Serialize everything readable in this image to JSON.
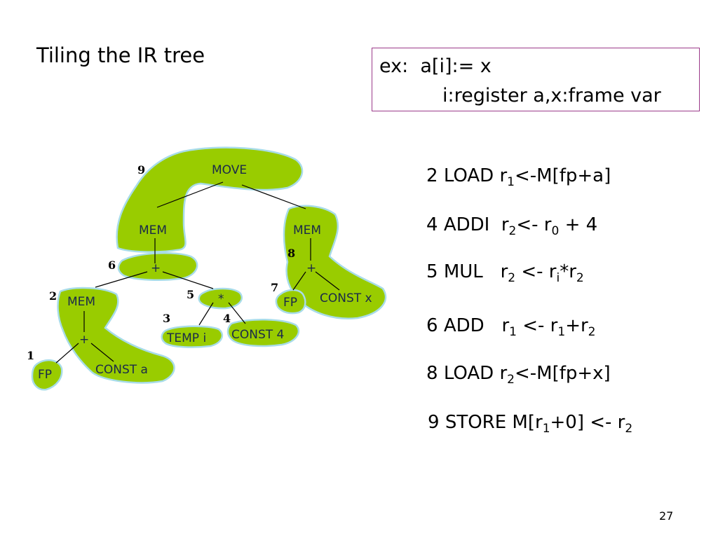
{
  "slide": {
    "title": "Tiling the IR tree",
    "example": {
      "line1": "ex:  a[i]:= x",
      "line2": "i:register a,x:frame var"
    },
    "page_number": "27"
  },
  "tree": {
    "nodes": {
      "move": "MOVE",
      "mem_left": "MEM",
      "mem_right": "MEM",
      "plus_mid": "+",
      "mem_inner": "MEM",
      "mul": "*",
      "plus_right": "+",
      "plus_inner": "+",
      "fp_right": "FP",
      "const_x": "CONST x",
      "temp_i": "TEMP i",
      "const_4": "CONST 4",
      "fp_left": "FP",
      "const_a": "CONST a"
    },
    "tile_numbers": {
      "t1": "1",
      "t2": "2",
      "t3": "3",
      "t4": "4",
      "t5": "5",
      "t6": "6",
      "t7": "7",
      "t8": "8",
      "t9": "9"
    }
  },
  "instructions": [
    {
      "num": "2",
      "op": "LOAD",
      "text": "r",
      "s1": "1",
      "rest": "<-M[fp+a]"
    },
    {
      "num": "4",
      "op": "ADDI",
      "text": "r",
      "s1": "2",
      "mid": "<- r",
      "s2": "0",
      "rest": " + 4"
    },
    {
      "num": "5",
      "op": "MUL",
      "text": "r",
      "s1": "2",
      "mid": " <- r",
      "s2": "i",
      "mid2": "*r",
      "s3": "2"
    },
    {
      "num": "6",
      "op": "ADD",
      "text": "r",
      "s1": "1",
      "mid": " <- r",
      "s2": "1",
      "mid2": "+r",
      "s3": "2"
    },
    {
      "num": "8",
      "op": "LOAD",
      "text": "r",
      "s1": "2",
      "rest": "<-M[fp+x]"
    },
    {
      "num": "9",
      "op": "STORE",
      "text": "M[r",
      "s1": "1",
      "mid": "+0] <- r",
      "s2": "2"
    }
  ],
  "colors": {
    "tile_fill": "#99cc00",
    "tile_outline": "#a8dce8",
    "box_border": "#9b3a8a"
  }
}
